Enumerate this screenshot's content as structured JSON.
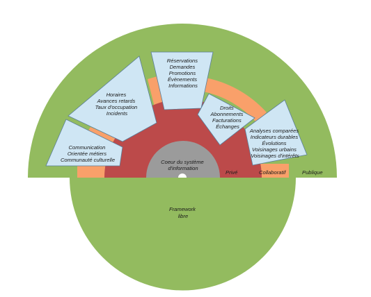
{
  "colors": {
    "public": "#93bb5f",
    "collaborative": "#f9a06a",
    "private": "#bc4a4a",
    "core": "#9b9b9b",
    "panel": "#cfe6f4",
    "panel_border": "#5a7e9a"
  },
  "layers": {
    "public": "Publique",
    "collaborative": "Collaboratif",
    "private": "Privé",
    "core": [
      "Coeur du système",
      "d'information"
    ]
  },
  "framework": [
    "Framework",
    "libre"
  ],
  "panels": [
    {
      "id": "communication",
      "lines": [
        "Communication",
        "Orientée métiers",
        "Communauté culturelle"
      ]
    },
    {
      "id": "horaires",
      "lines": [
        "Horaires",
        "Avances retards",
        "Taux d'occupation",
        "Incidents"
      ]
    },
    {
      "id": "reservations",
      "lines": [
        "Réservations",
        "Demandes",
        "Promotions",
        "Évènements",
        "Informations"
      ]
    },
    {
      "id": "droits",
      "lines": [
        "Droits",
        "Abonnements",
        "Facturations",
        "Échanges"
      ]
    },
    {
      "id": "analyses",
      "lines": [
        "Analyses comparées",
        "Indicateurs durables",
        "Évolutions",
        "Voisinages urbains",
        "Voisinages d'intérêts"
      ]
    }
  ]
}
